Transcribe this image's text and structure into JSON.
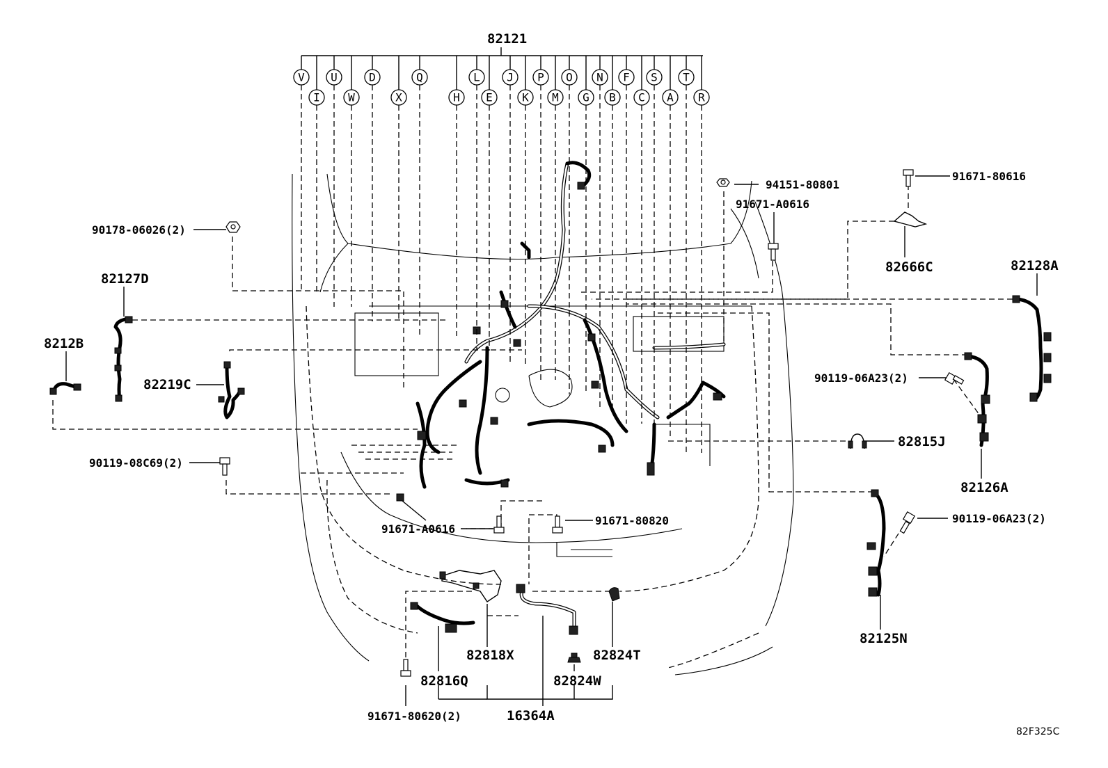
{
  "diagram": {
    "main_part": "82121",
    "callouts_top_row": [
      "V",
      "U",
      "D",
      "Q",
      "L",
      "J",
      "P",
      "O",
      "N",
      "F",
      "S",
      "T"
    ],
    "callouts_bottom_row": [
      "I",
      "W",
      "X",
      "H",
      "E",
      "K",
      "M",
      "G",
      "B",
      "C",
      "A",
      "R"
    ],
    "labels": {
      "p94151": "94151-80801",
      "p91671_top": "91671-80616",
      "p91671_a0616_top": "91671-A0616",
      "p90178": "90178-06026(2)",
      "p82127D": "82127D",
      "p8212B": "8212B",
      "p82219C": "82219C",
      "p82666C": "82666C",
      "p82128A": "82128A",
      "p90119_06A23_a": "90119-06A23(2)",
      "p82815J": "82815J",
      "p82126A": "82126A",
      "p90119_08C69": "90119-08C69(2)",
      "p91671_a0616_bot": "91671-A0616",
      "p91671_80820": "91671-80820",
      "p90119_06A23_b": "90119-06A23(2)",
      "p82818X": "82818X",
      "p82824T": "82824T",
      "p82816Q": "82816Q",
      "p82824W": "82824W",
      "p91671_80620": "91671-80620(2)",
      "p16364A": "16364A",
      "p82125N": "82125N"
    },
    "figure_ref": "82F325C"
  }
}
